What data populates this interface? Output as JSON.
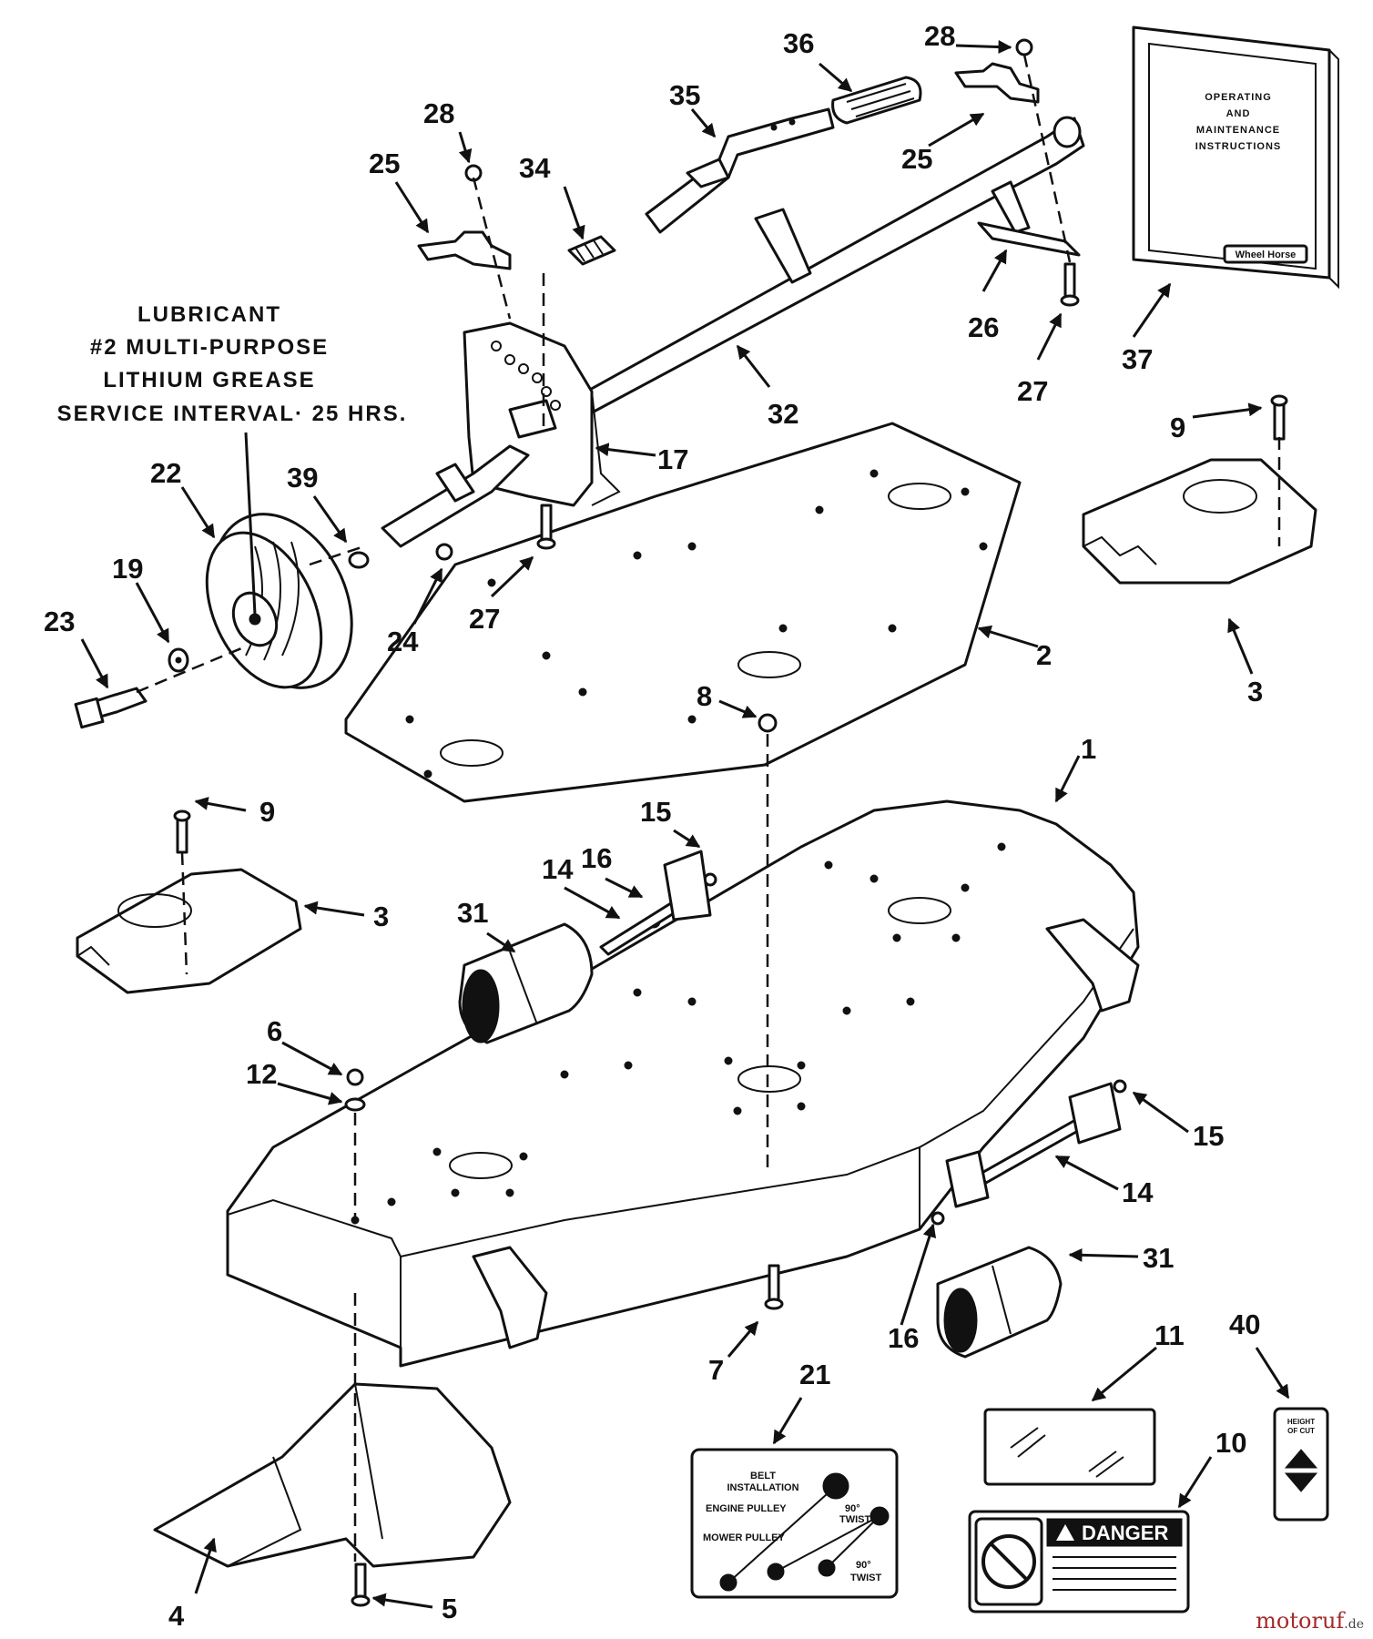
{
  "lubricant_note": {
    "line1": "LUBRICANT",
    "line2": "#2 MULTI-PURPOSE",
    "line3": "LITHIUM GREASE",
    "line4": "SERVICE INTERVAL· 25 HRS."
  },
  "manual": {
    "line1": "OPERATING",
    "line2": "AND",
    "line3": "MAINTENANCE",
    "line4": "INSTRUCTIONS",
    "brand": "Wheel Horse"
  },
  "belt_decal": {
    "title1": "BELT",
    "title2": "INSTALLATION",
    "engine": "ENGINE PULLEY",
    "mower": "MOWER PULLEY",
    "twist_top": "90°",
    "twist_top2": "TWIST",
    "twist_bot": "90°",
    "twist_bot2": "TWIST"
  },
  "danger_decal": {
    "word": "DANGER"
  },
  "height_decal": {
    "line1": "HEIGHT",
    "line2": "OF CUT"
  },
  "callouts": {
    "c36": "36",
    "c28a": "28",
    "c35": "35",
    "c28b": "28",
    "c25a": "25",
    "c34": "34",
    "c25b": "25",
    "c37": "37",
    "c26": "26",
    "c27a": "27",
    "c32": "32",
    "c17": "17",
    "c22": "22",
    "c39": "39",
    "c9a": "9",
    "c19": "19",
    "c23": "23",
    "c24": "24",
    "c27b": "27",
    "c2": "2",
    "c3a": "3",
    "c8": "8",
    "c1": "1",
    "c9b": "9",
    "c15a": "15",
    "c16a": "16",
    "c14a": "14",
    "c3b": "3",
    "c31a": "31",
    "c6": "6",
    "c12": "12",
    "c15b": "15",
    "c14b": "14",
    "c31b": "31",
    "c16b": "16",
    "c7": "7",
    "c11": "11",
    "c40": "40",
    "c21": "21",
    "c10": "10",
    "c4": "4",
    "c5": "5"
  },
  "watermark": {
    "name": "motoruf",
    "tld": ".de"
  }
}
